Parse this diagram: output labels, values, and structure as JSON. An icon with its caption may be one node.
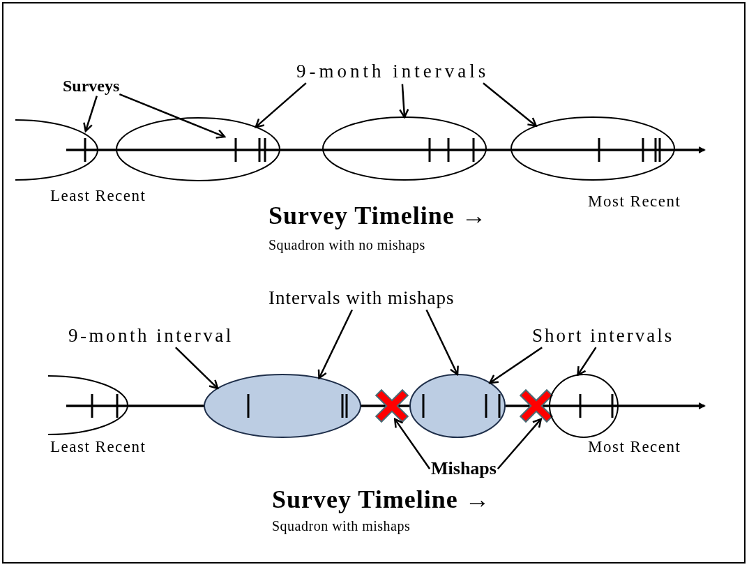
{
  "diagram": {
    "nodes": [
      {
        "text": [
          "Surveys"
        ]
      },
      {
        "text": [
          "9-month intervals"
        ]
      },
      {
        "text": [],
        "shape": "ellipse"
      },
      {
        "text": [],
        "shape": "ellipse"
      },
      {
        "text": [],
        "shape": "ellipse"
      },
      {
        "text": [],
        "shape": "ellipse"
      },
      {
        "text": [
          "Intervals with mishaps"
        ]
      },
      {
        "text": [
          "9-month interval"
        ]
      },
      {
        "text": [
          "Short intervals"
        ]
      },
      {
        "text": [],
        "shape": "ellipse"
      },
      {
        "text": [],
        "shape": "ellipse"
      },
      {
        "text": [],
        "shape": "cross"
      },
      {
        "text": [],
        "shape": "ellipse"
      },
      {
        "text": [],
        "shape": "cross"
      },
      {
        "text": [],
        "shape": "circle"
      },
      {
        "text": [
          "Mishaps"
        ]
      }
    ],
    "edges": [
      {
        "from": 0,
        "to": 2,
        "arrow": "to"
      },
      {
        "from": 0,
        "to": 3,
        "arrow": "to"
      },
      {
        "from": 1,
        "to": 3,
        "arrow": "to"
      },
      {
        "from": 1,
        "to": 4,
        "arrow": "to"
      },
      {
        "from": 1,
        "to": 5,
        "arrow": "to"
      },
      {
        "from": 7,
        "to": 10,
        "arrow": "to"
      },
      {
        "from": 6,
        "to": 10,
        "arrow": "to"
      },
      {
        "from": 6,
        "to": 12,
        "arrow": "to"
      },
      {
        "from": 8,
        "to": 12,
        "arrow": "to"
      },
      {
        "from": 8,
        "to": 14,
        "arrow": "to"
      },
      {
        "from": 15,
        "to": 11,
        "arrow": "to"
      },
      {
        "from": 15,
        "to": 13,
        "arrow": "to"
      }
    ],
    "labels": [
      "Least Recent",
      "Most Recent",
      "**Survey Timeline** →",
      "Squadron with no mishaps",
      "Least Recent",
      "Most Recent",
      "**Survey Timeline** →",
      "Squadron with mishaps"
    ]
  }
}
